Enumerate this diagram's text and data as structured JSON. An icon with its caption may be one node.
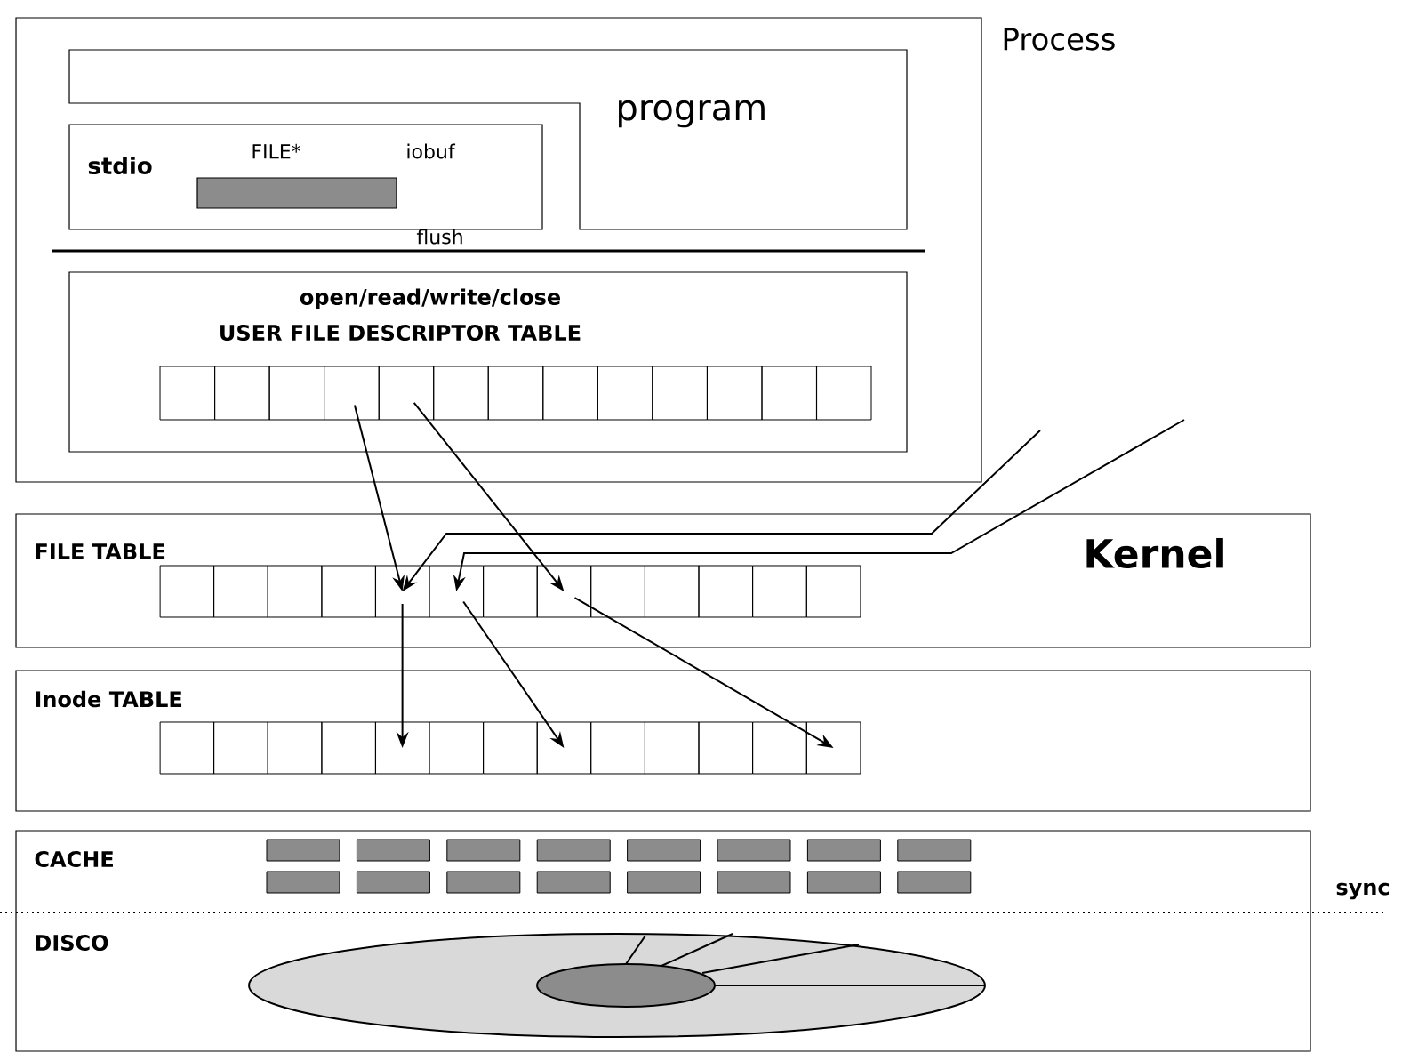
{
  "diagram": {
    "nodes": [
      {
        "text": [
          "Process"
        ]
      },
      {
        "text": [
          "program"
        ],
        "in": 0
      },
      {
        "text": [
          "stdio",
          "FILE*",
          "iobuf"
        ],
        "in": 0
      },
      {
        "text": [
          "open/read/write/close",
          "USER FILE DESCRIPTOR TABLE"
        ],
        "in": 0
      },
      {
        "text": [],
        "shape": "box",
        "in": 3
      },
      {
        "text": [],
        "shape": "box",
        "in": 3
      },
      {
        "text": [],
        "shape": "box",
        "in": 3
      },
      {
        "text": [],
        "shape": "box",
        "in": 3
      },
      {
        "text": [],
        "shape": "box",
        "in": 3
      },
      {
        "text": [],
        "shape": "box",
        "in": 3
      },
      {
        "text": [],
        "shape": "box",
        "in": 3
      },
      {
        "text": [],
        "shape": "box",
        "in": 3
      },
      {
        "text": [],
        "shape": "box",
        "in": 3
      },
      {
        "text": [],
        "shape": "box",
        "in": 3
      },
      {
        "text": [],
        "shape": "box",
        "in": 3
      },
      {
        "text": [],
        "shape": "box",
        "in": 3
      },
      {
        "text": [],
        "shape": "box",
        "in": 3
      },
      {
        "text": [
          "FILE TABLE"
        ]
      },
      {
        "text": [],
        "shape": "box",
        "in": 17
      },
      {
        "text": [],
        "shape": "box",
        "in": 17
      },
      {
        "text": [],
        "shape": "box",
        "in": 17
      },
      {
        "text": [],
        "shape": "box",
        "in": 17
      },
      {
        "text": [],
        "shape": "box",
        "in": 17
      },
      {
        "text": [],
        "shape": "box",
        "in": 17
      },
      {
        "text": [],
        "shape": "box",
        "in": 17
      },
      {
        "text": [],
        "shape": "box",
        "in": 17
      },
      {
        "text": [],
        "shape": "box",
        "in": 17
      },
      {
        "text": [],
        "shape": "box",
        "in": 17
      },
      {
        "text": [],
        "shape": "box",
        "in": 17
      },
      {
        "text": [],
        "shape": "box",
        "in": 17
      },
      {
        "text": [],
        "shape": "box",
        "in": 17
      },
      {
        "text": [
          "Inode TABLE"
        ]
      },
      {
        "text": [],
        "shape": "box",
        "in": 31
      },
      {
        "text": [],
        "shape": "box",
        "in": 31
      },
      {
        "text": [],
        "shape": "box",
        "in": 31
      },
      {
        "text": [],
        "shape": "box",
        "in": 31
      },
      {
        "text": [],
        "shape": "box",
        "in": 31
      },
      {
        "text": [],
        "shape": "box",
        "in": 31
      },
      {
        "text": [],
        "shape": "box",
        "in": 31
      },
      {
        "text": [],
        "shape": "box",
        "in": 31
      },
      {
        "text": [],
        "shape": "box",
        "in": 31
      },
      {
        "text": [],
        "shape": "box",
        "in": 31
      },
      {
        "text": [],
        "shape": "box",
        "in": 31
      },
      {
        "text": [],
        "shape": "box",
        "in": 31
      },
      {
        "text": [],
        "shape": "box",
        "in": 31
      },
      {
        "text": [
          "CACHE",
          "DISCO"
        ]
      }
    ],
    "edges": [
      {
        "from": 7,
        "to": 22,
        "arrow": "to"
      },
      {
        "from": 8,
        "to": 25,
        "arrow": "to"
      },
      {
        "from": null,
        "to": 22,
        "arrow": "to"
      },
      {
        "from": null,
        "to": 23,
        "arrow": "to"
      },
      {
        "from": 22,
        "to": 36,
        "arrow": "to"
      },
      {
        "from": 23,
        "to": 39,
        "arrow": "to"
      },
      {
        "from": 25,
        "to": 44,
        "arrow": "to"
      }
    ],
    "labels": [
      "flush",
      "Kernel",
      "sync"
    ]
  }
}
